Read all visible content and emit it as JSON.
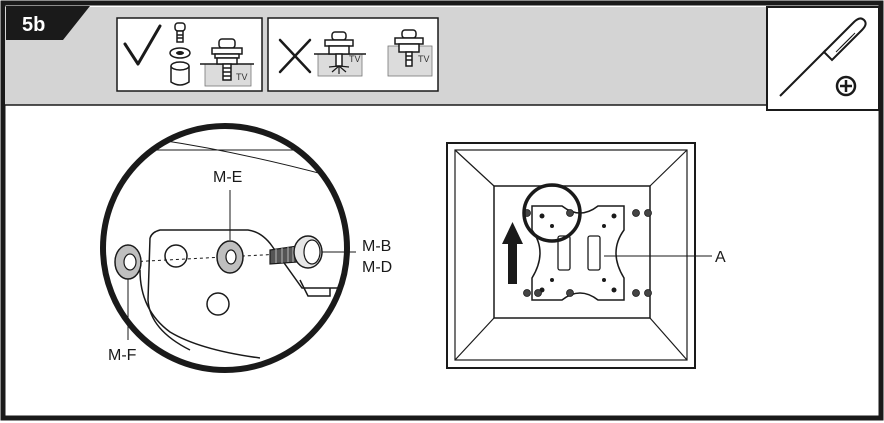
{
  "step": {
    "label": "5b"
  },
  "do_panel": {
    "tv_label": "TV"
  },
  "dont_panel": {
    "tv_label_1": "TV",
    "tv_label_2": "TV"
  },
  "callouts": {
    "me": "M-E",
    "mb": "M-B",
    "md": "M-D",
    "mf": "M-F",
    "a": "A"
  },
  "tool": {
    "name": "phillips-screwdriver"
  },
  "colors": {
    "header_band": "#d4d4d4",
    "frame": "#1a1a1a",
    "tv_block": "#dcdcdc",
    "panel_bg": "#ffffff"
  }
}
